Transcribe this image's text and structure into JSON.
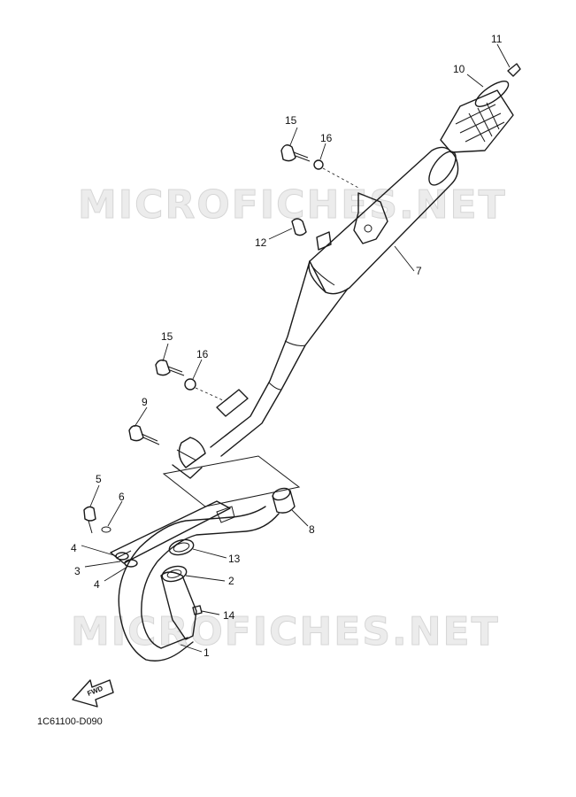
{
  "watermark": {
    "top": "MICROFICHES.NET",
    "bottom": "MICROFICHES.NET"
  },
  "diagram_code": "1C61100-D090",
  "fwd_label": "FWD",
  "callouts": {
    "c1": "1",
    "c2": "2",
    "c3": "3",
    "c4a": "4",
    "c4b": "4",
    "c5": "5",
    "c6": "6",
    "c7": "7",
    "c8": "8",
    "c9": "9",
    "c10": "10",
    "c11": "11",
    "c12": "12",
    "c13": "13",
    "c14": "14",
    "c15a": "15",
    "c15b": "15",
    "c16a": "16",
    "c16b": "16"
  }
}
